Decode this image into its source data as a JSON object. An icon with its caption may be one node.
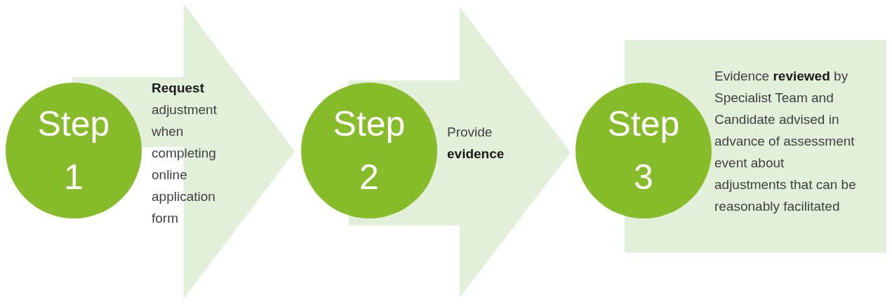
{
  "diagram": {
    "nodes": [
      {
        "text": [
          "**Request** adjustment when completing online application form"
        ]
      },
      {
        "text": [
          "Step 1"
        ]
      },
      {
        "text": [
          "Provide **evidence**"
        ]
      },
      {
        "text": [
          "Step 2"
        ]
      },
      {
        "text": [
          "Evidence **reviewed** by Specialist Team and Candidate advised in advance of assessment event about adjustments that can be reasonably facilitated"
        ]
      },
      {
        "text": [
          "Step 3"
        ]
      }
    ]
  }
}
